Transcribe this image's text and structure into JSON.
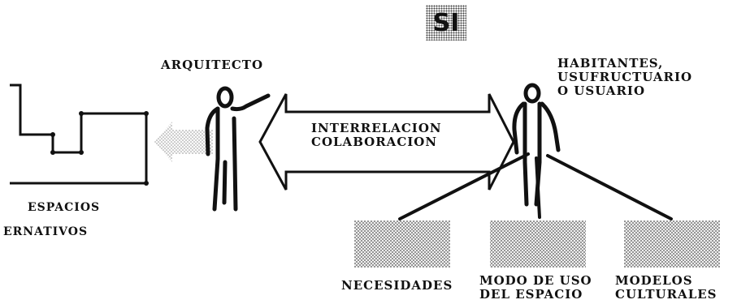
{
  "badge": {
    "text": "SI"
  },
  "roles": {
    "architect": "ARQUITECTO",
    "inhabitants": [
      "HABITANTES,",
      "USUFRUCTUARIO",
      "O USUARIO"
    ]
  },
  "relation": [
    "INTERRELACION",
    "COLABORACION"
  ],
  "spaces": {
    "line1": "ESPACIOS",
    "line2": "ERNATIVOS"
  },
  "factors": [
    {
      "lines": [
        "NECESIDADES"
      ]
    },
    {
      "lines": [
        "MODO DE USO",
        "DEL ESPACIO"
      ]
    },
    {
      "lines": [
        "MODELOS",
        "CULTURALES"
      ]
    }
  ]
}
